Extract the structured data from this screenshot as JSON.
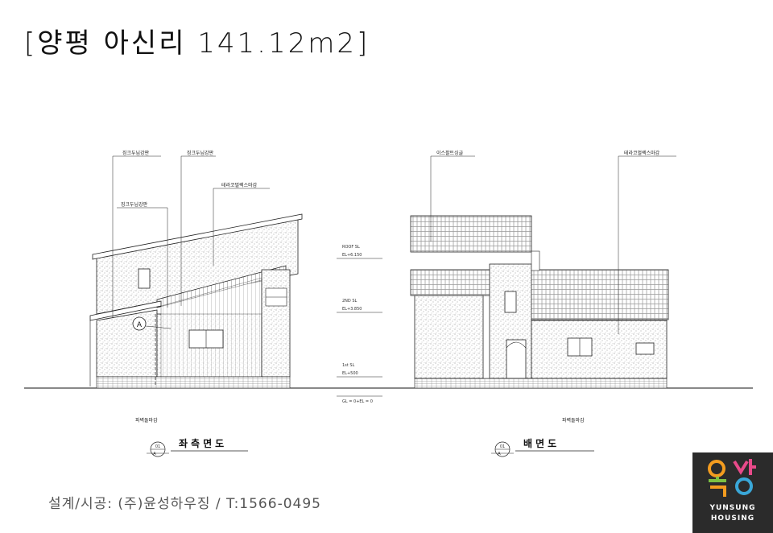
{
  "title": "[양평 아신리 141.12m2]",
  "left_elevation": {
    "view_title": "좌측면도",
    "marker_top": "01",
    "marker_bottom": "A",
    "callout_a": "징크두님강판",
    "callout_b": "징크두님강판",
    "callout_c": "징크두님강판",
    "callout_d": "테라코멀렉스마감",
    "section_mark": "A",
    "base_note": "파벽돌마감"
  },
  "rear_elevation": {
    "view_title": "배면도",
    "marker_top": "01",
    "marker_bottom": "A",
    "callout_a": "이스팔트싱글",
    "callout_b": "테라코멀렉스마감",
    "base_note": "파벽돌마감"
  },
  "levels": {
    "roof_label": "ROOF SL",
    "roof_el": "EL+6.150",
    "second_label": "2ND SL",
    "second_el": "EL+3.850",
    "first_label": "1st SL",
    "first_el": "EL+500",
    "gl": "GL = 0+EL = 0"
  },
  "footer": "설계/시공: (주)윤성하우징 / T:1566-0495",
  "logo": {
    "line1": "YUNSUNG",
    "line2": "HOUSING"
  },
  "colors": {
    "line": "#222222",
    "logo_bg": "#2b2b2b",
    "logo_orange": "#f39c1f",
    "logo_green": "#7cc142",
    "logo_pink": "#e84a8a",
    "logo_blue": "#3aa7d8"
  }
}
